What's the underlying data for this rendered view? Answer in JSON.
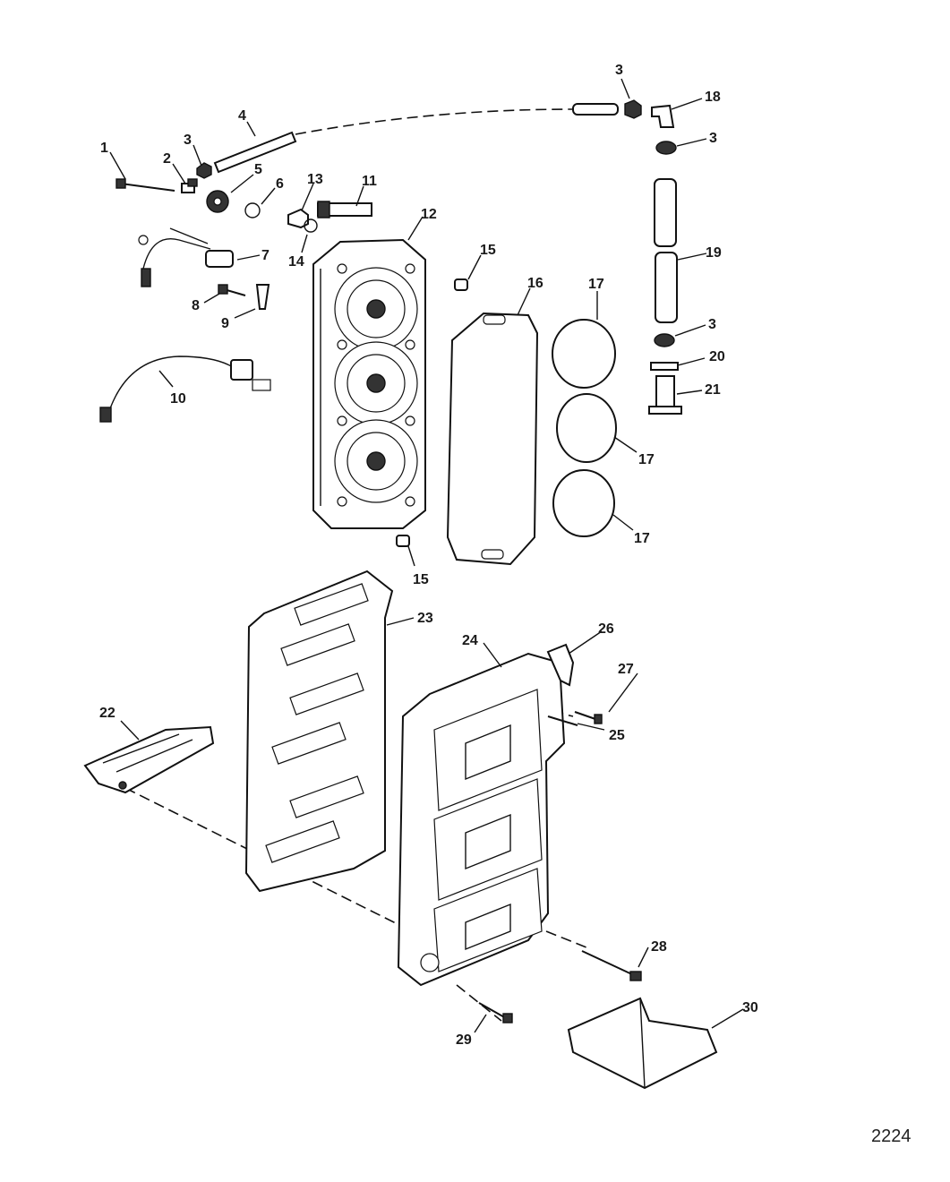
{
  "figure": {
    "number": "2224"
  },
  "callouts": {
    "c1": "1",
    "c2": "2",
    "c3a": "3",
    "c4": "4",
    "c5": "5",
    "c6": "6",
    "c7": "7",
    "c8": "8",
    "c9": "9",
    "c10": "10",
    "c11": "11",
    "c12": "12",
    "c13": "13",
    "c14": "14",
    "c15a": "15",
    "c15b": "15",
    "c16": "16",
    "c17a": "17",
    "c17b": "17",
    "c17c": "17",
    "c3b": "3",
    "c18": "18",
    "c3c": "3",
    "c19": "19",
    "c3d": "3",
    "c20": "20",
    "c21": "21",
    "c22": "22",
    "c23": "23",
    "c24": "24",
    "c25": "25",
    "c26": "26",
    "c27": "27",
    "c28": "28",
    "c29": "29",
    "c30": "30"
  }
}
